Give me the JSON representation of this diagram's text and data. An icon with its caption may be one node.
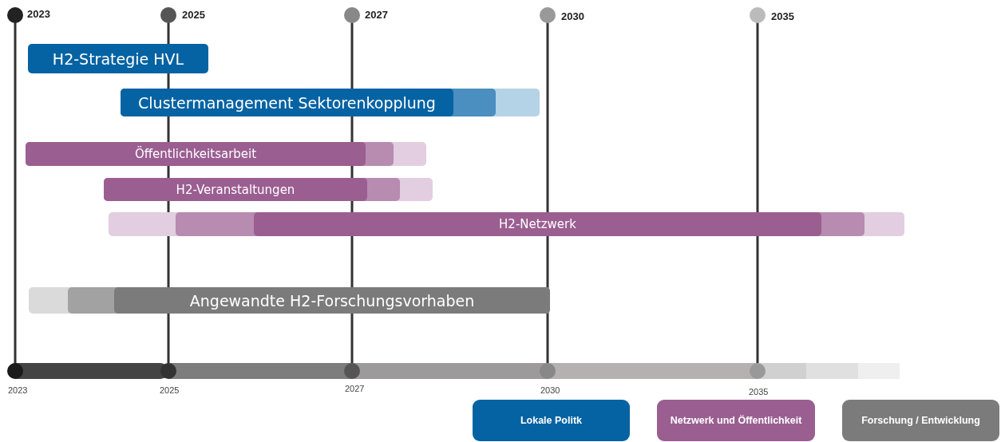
{
  "diagram": {
    "nodes": [
      {
        "text": [
          "H2-Strategie HVL"
        ]
      },
      {
        "text": [
          "Clustermanagement Sektorenkopplung"
        ]
      },
      {
        "text": [
          "Öffentlichkeitsarbeit"
        ]
      },
      {
        "text": [
          "H2-Veranstaltungen"
        ]
      },
      {
        "text": [
          "H2-Netzwerk"
        ]
      },
      {
        "text": [
          "Angewandte H2-Forschungsvorhaben"
        ]
      }
    ],
    "labels": [
      "2023",
      "2025",
      "2027",
      "2030",
      "2035",
      "2023",
      "2025",
      "2027",
      "2030",
      "2035"
    ],
    "legend": [
      {
        "text": "Lokale Politk",
        "color": "#0563a3"
      },
      {
        "text": "Netzwerk und Öffentlichkeit",
        "color": "#9a5e91"
      },
      {
        "text": "Forschung / Entwicklung",
        "color": "#7b7b7b"
      }
    ]
  }
}
